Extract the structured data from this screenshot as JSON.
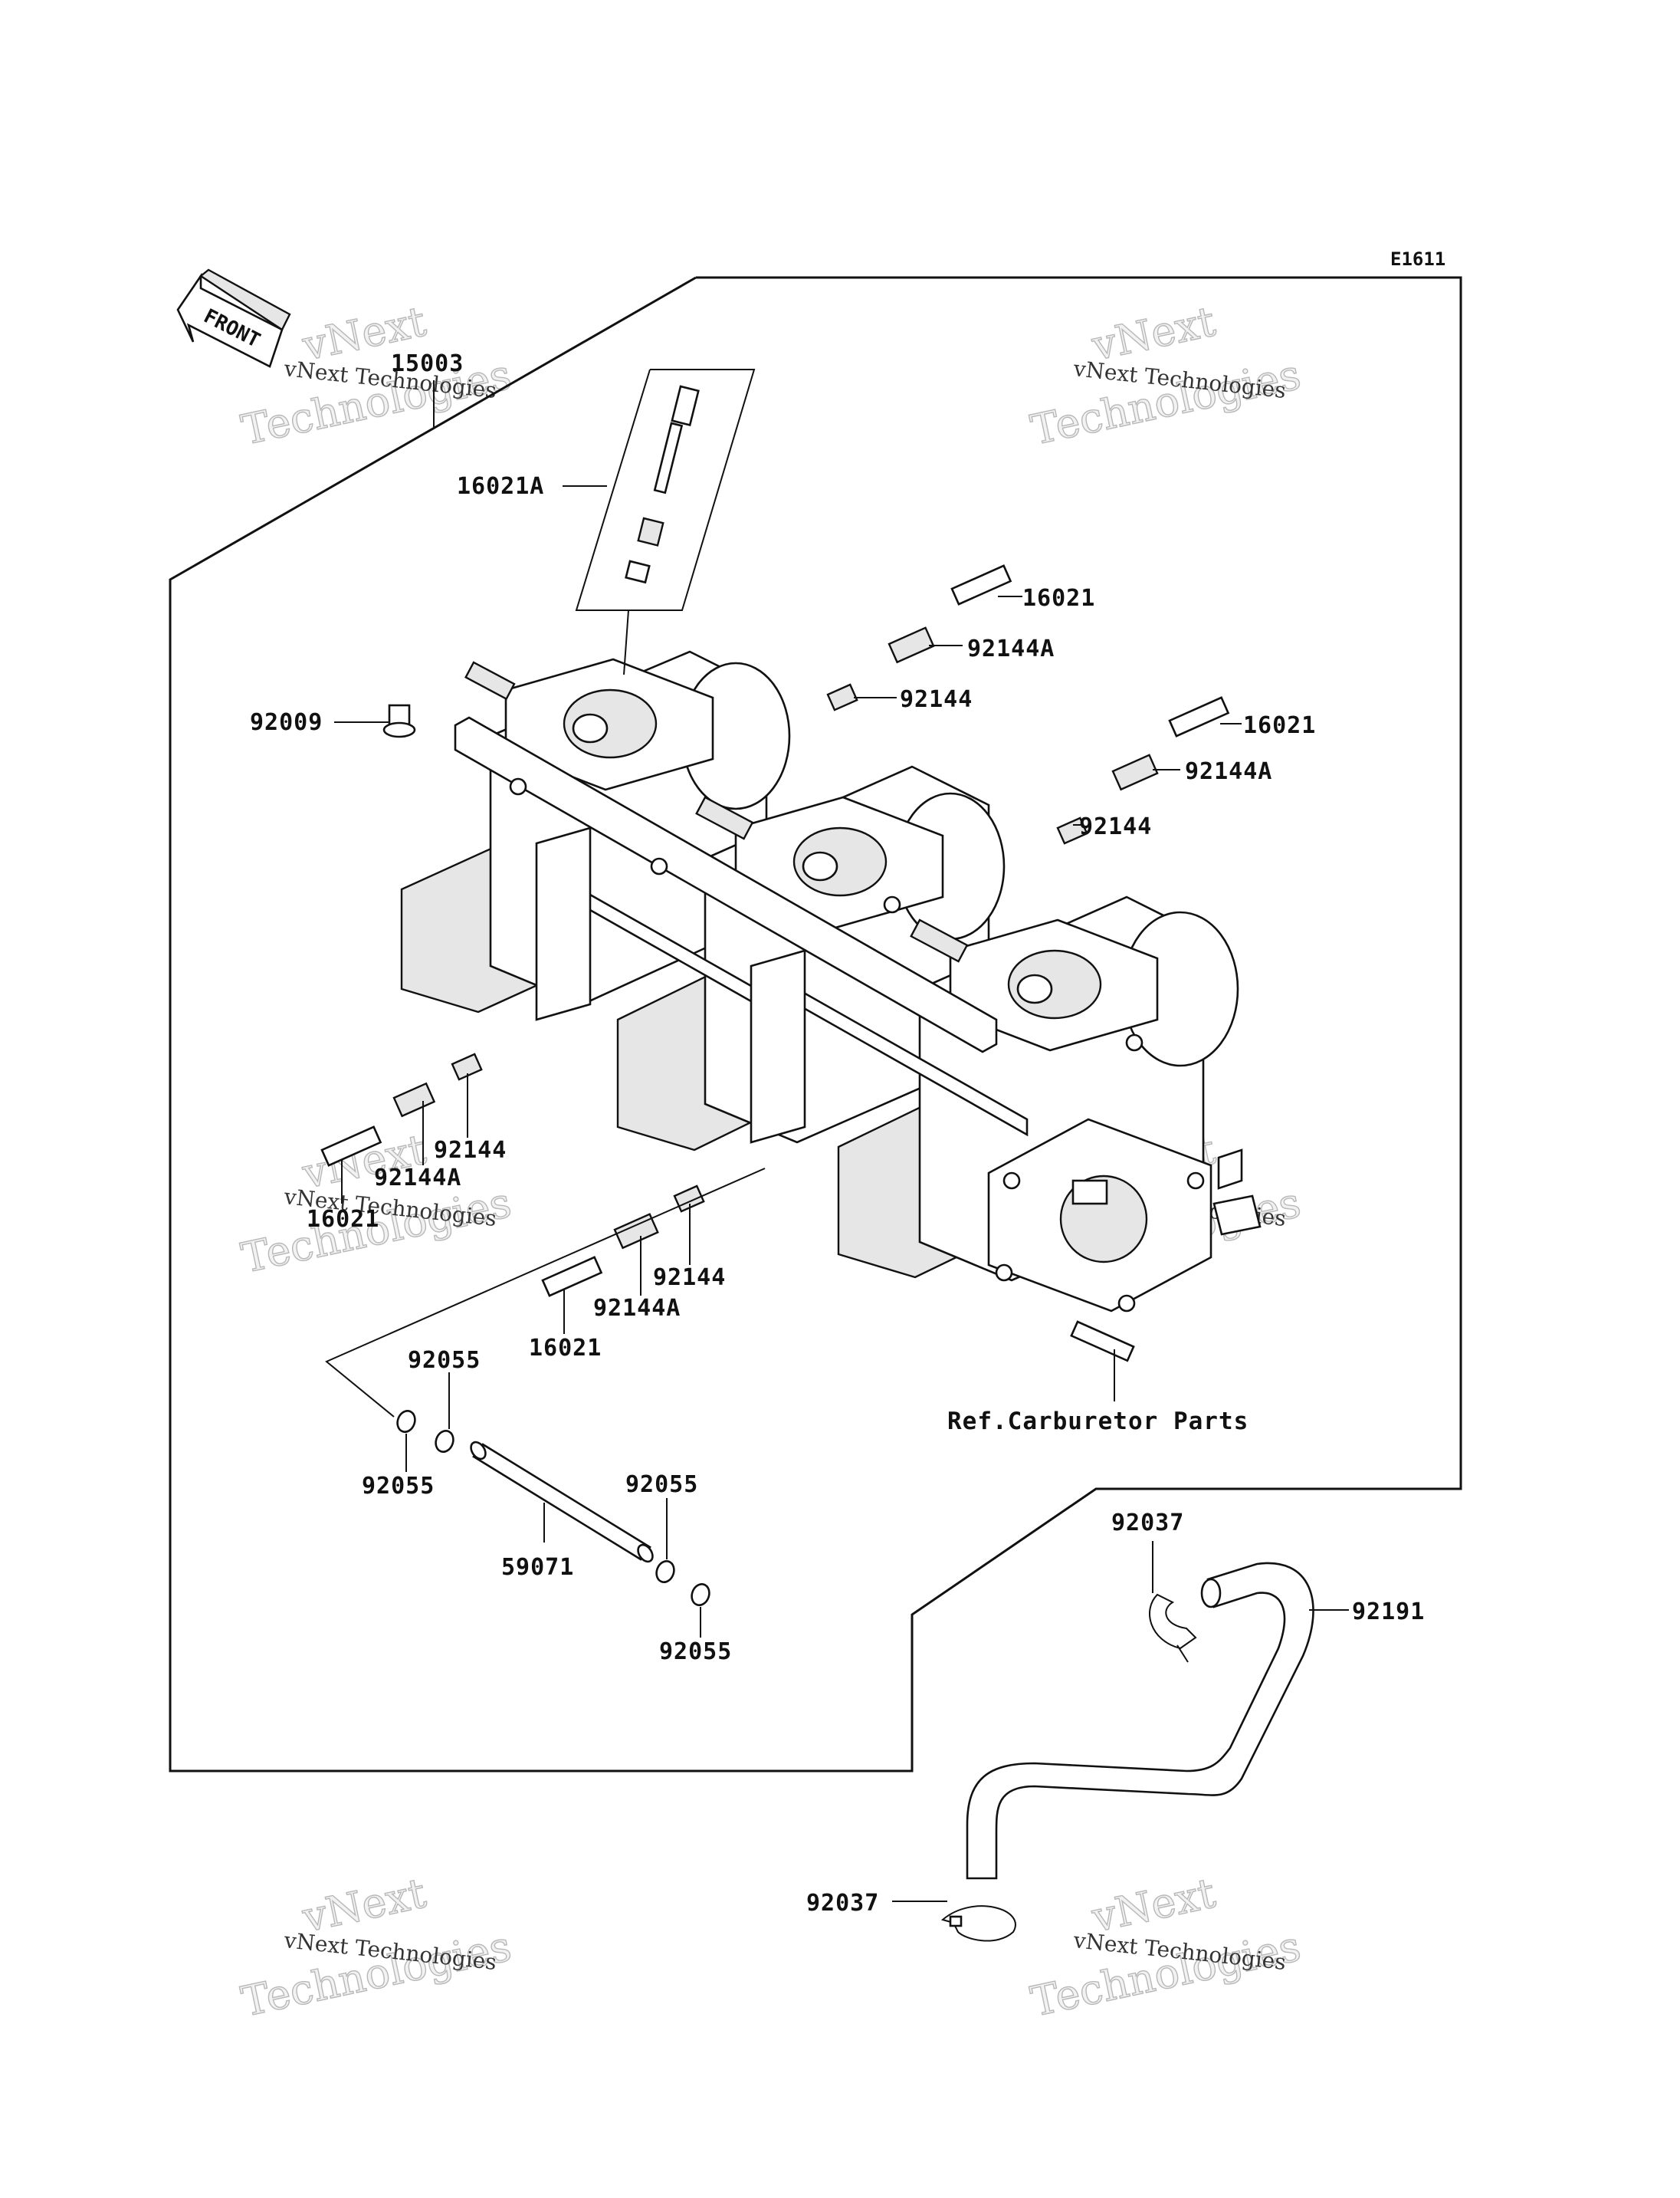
{
  "diagram_code": "E1611",
  "front_indicator": "FRONT",
  "reference_note": "Ref.Carburetor Parts",
  "watermark": {
    "line1": "vNext",
    "line2": "Technologies",
    "small": "vNext Technologies"
  },
  "callouts": [
    {
      "id": "c15003",
      "text": "15003"
    },
    {
      "id": "c16021A",
      "text": "16021A"
    },
    {
      "id": "c16021-top",
      "text": "16021"
    },
    {
      "id": "c92144A-top",
      "text": "92144A"
    },
    {
      "id": "c92144-top",
      "text": "92144"
    },
    {
      "id": "c92009",
      "text": "92009"
    },
    {
      "id": "c16021-right",
      "text": "16021"
    },
    {
      "id": "c92144A-right",
      "text": "92144A"
    },
    {
      "id": "c92144-right",
      "text": "92144"
    },
    {
      "id": "c92144-left",
      "text": "92144"
    },
    {
      "id": "c92144A-left",
      "text": "92144A"
    },
    {
      "id": "c16021-left",
      "text": "16021"
    },
    {
      "id": "c92144-lower",
      "text": "92144"
    },
    {
      "id": "c92144A-lower",
      "text": "92144A"
    },
    {
      "id": "c16021-lower",
      "text": "16021"
    },
    {
      "id": "c92055-a",
      "text": "92055"
    },
    {
      "id": "c92055-b",
      "text": "92055"
    },
    {
      "id": "c92055-c",
      "text": "92055"
    },
    {
      "id": "c92055-d",
      "text": "92055"
    },
    {
      "id": "c59071",
      "text": "59071"
    },
    {
      "id": "c92037-top",
      "text": "92037"
    },
    {
      "id": "c92191",
      "text": "92191"
    },
    {
      "id": "c92037-bottom",
      "text": "92037"
    }
  ]
}
